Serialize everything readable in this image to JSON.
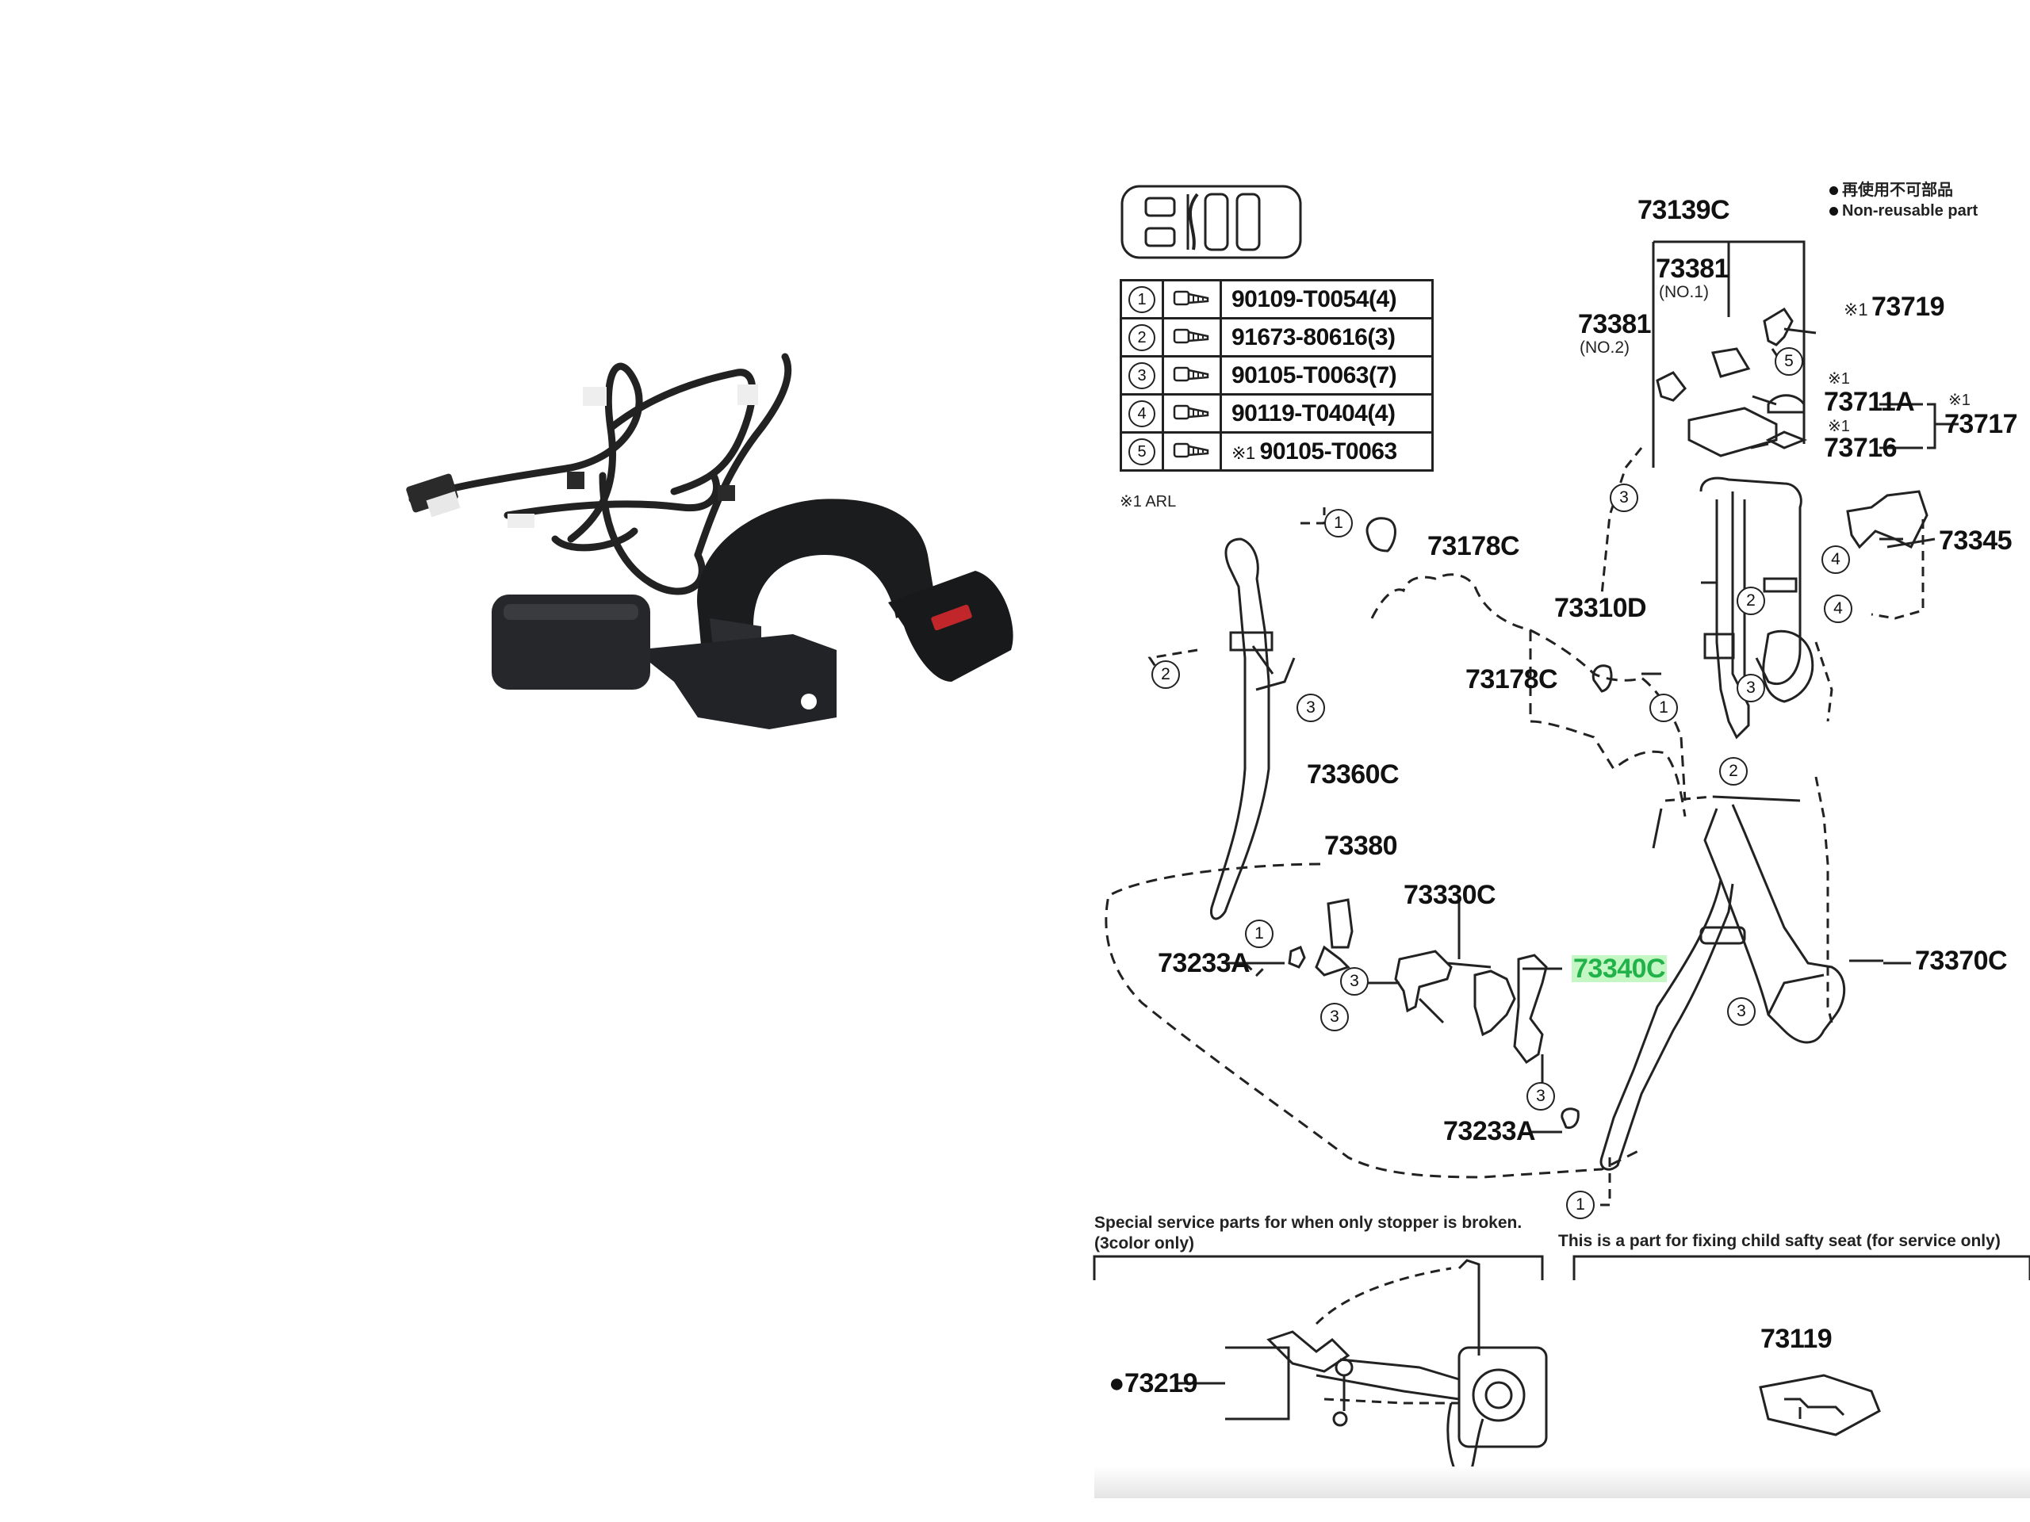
{
  "legend": {
    "bullet_jp": "再使用不可部品",
    "bullet_en": "Non-reusable part"
  },
  "fasteners": [
    {
      "num": "1",
      "icon": "bolt-icon",
      "part": "90109-T0054(4)",
      "mark": ""
    },
    {
      "num": "2",
      "icon": "bolt-icon",
      "part": "91673-80616(3)",
      "mark": ""
    },
    {
      "num": "3",
      "icon": "bolt-icon",
      "part": "90105-T0063(7)",
      "mark": ""
    },
    {
      "num": "4",
      "icon": "bolt-icon",
      "part": "90119-T0404(4)",
      "mark": ""
    },
    {
      "num": "5",
      "icon": "bolt-icon",
      "part": "90105-T0063",
      "mark": "※1"
    }
  ],
  "footnote": "※1 ARL",
  "parts": {
    "p73139C": "73139C",
    "p73381_no1": "73381",
    "p73381_no1_sub": "(NO.1)",
    "p73381_no2": "73381",
    "p73381_no2_sub": "(NO.2)",
    "p73719": "73719",
    "p73719_mark": "※1",
    "p73711A": "73711A",
    "p73711A_mark": "※1",
    "p73716": "73716",
    "p73716_mark": "※1",
    "p73717": "73717",
    "p73717_mark": "※1",
    "p73345": "73345",
    "p73178C_a": "73178C",
    "p73178C_b": "73178C",
    "p73310D": "73310D",
    "p73360C": "73360C",
    "p73380": "73380",
    "p73330C": "73330C",
    "p73340C": "73340C",
    "p73233A_a": "73233A",
    "p73233A_b": "73233A",
    "p73370C": "73370C",
    "p73219": "●73219",
    "p73119": "73119"
  },
  "notes": {
    "stopper_line1": "Special service parts for when only stopper is broken.",
    "stopper_line2": "(3color only)",
    "child_seat": "This is a part for fixing child safty seat (for service only)"
  },
  "callouts": {
    "c1": "1",
    "c2": "2",
    "c3": "3",
    "c4": "4",
    "c5": "5"
  },
  "colors": {
    "highlight": "#22b24a",
    "line": "#222222",
    "strap": "#1b1c1e"
  }
}
